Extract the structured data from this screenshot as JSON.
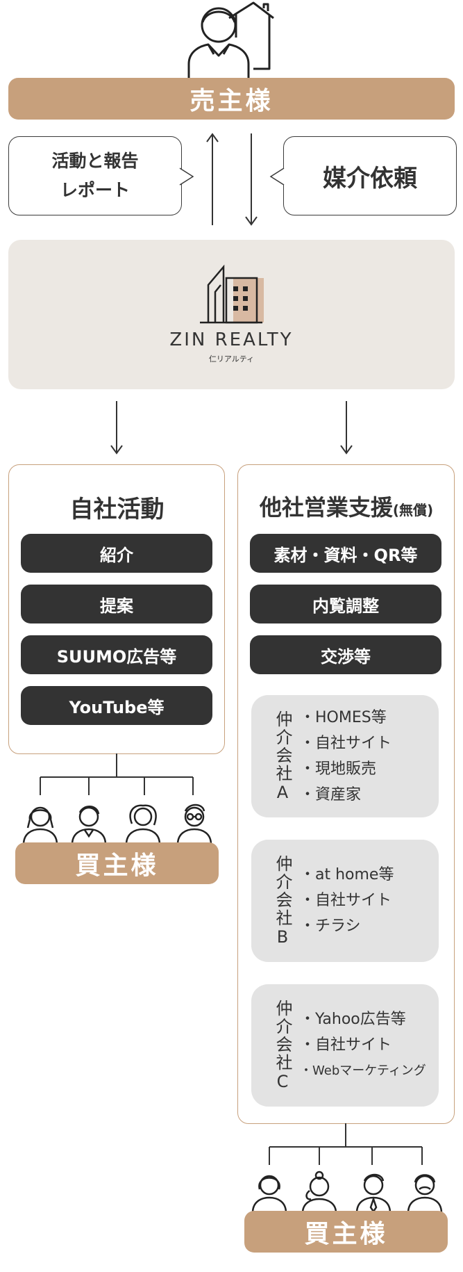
{
  "seller": {
    "label": "売主様"
  },
  "bubbles": {
    "left_line1": "活動と報告",
    "left_line2": "レポート",
    "right": "媒介依頼"
  },
  "company": {
    "name": "ZIN REALTY",
    "sub": "仁リアルティ"
  },
  "own_activity": {
    "title": "自社活動",
    "items": [
      "紹介",
      "提案",
      "SUUMO広告等",
      "YouTube等"
    ]
  },
  "other_support": {
    "title": "他社営業支援",
    "title_suffix": "(無償)",
    "items": [
      "素材・資料・QR等",
      "内覧調整",
      "交渉等"
    ],
    "brokers": [
      {
        "name": "仲介会社A",
        "media": [
          "・HOMES等",
          "・自社サイト",
          "・現地販売",
          "・資産家"
        ]
      },
      {
        "name": "仲介会社B",
        "media": [
          "・at home等",
          "・自社サイト",
          "・チラシ"
        ]
      },
      {
        "name": "仲介会社C",
        "media": [
          "・Yahoo広告等",
          "・自社サイト",
          "・Webマーケティング"
        ]
      }
    ]
  },
  "buyers": {
    "label_left": "買主様",
    "label_right": "買主様"
  },
  "colors": {
    "accent": "#c7a07c",
    "dark": "#333333",
    "panel_bg": "#ece8e3",
    "sub_bg": "#e3e3e3"
  }
}
